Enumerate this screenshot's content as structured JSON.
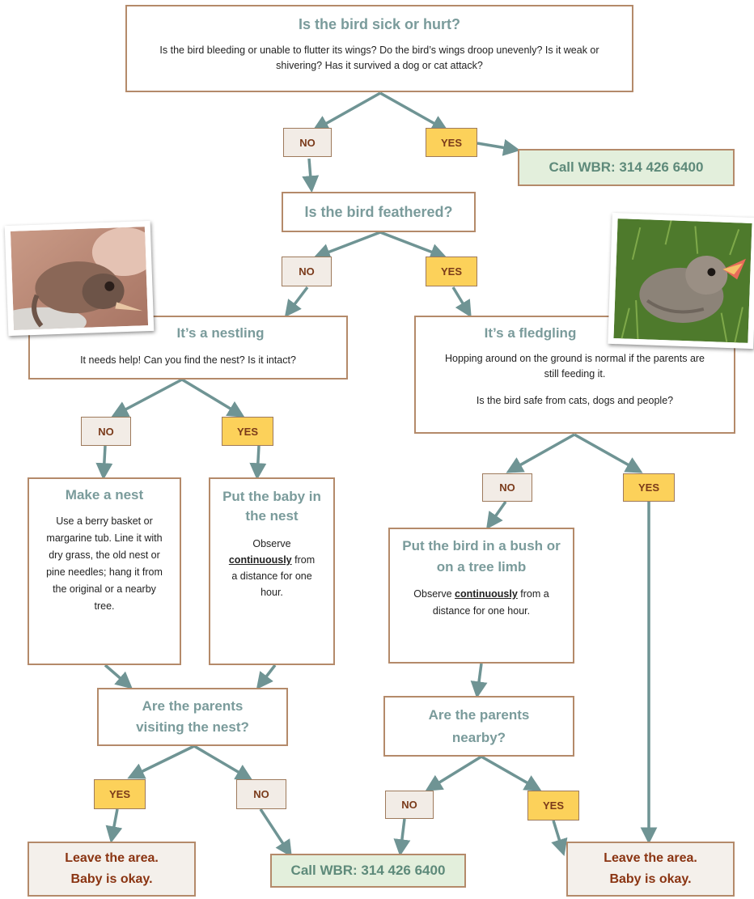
{
  "q1": {
    "title": "Is the bird sick or hurt?",
    "body": "Is the bird bleeding or unable to flutter its wings? Do the bird’s wings droop unevenly? Is it weak or shivering? Has it survived a dog or cat attack?"
  },
  "labels": {
    "no": "NO",
    "yes": "YES"
  },
  "call_wbr": "Call WBR: 314 426 6400",
  "q2": {
    "title": "Is the bird feathered?"
  },
  "nestling": {
    "title": "It’s a nestling",
    "body": "It needs help! Can you find the nest? Is it intact?"
  },
  "fledgling": {
    "title": "It’s a fledgling",
    "body1": "Hopping around on the ground is normal if the parents are still feeding it.",
    "body2": "Is the bird safe from cats, dogs and people?"
  },
  "make_nest": {
    "title": "Make a nest",
    "body": "Use a berry basket or margarine tub. Line it with dry grass, the old nest or pine needles; hang it from the original or a nearby tree."
  },
  "put_baby": {
    "title": "Put the baby in the nest",
    "obs": "Observe",
    "emph": "continuously",
    "rest": "from a distance for one hour."
  },
  "put_bush": {
    "title": "Put the bird in a bush or on a tree limb",
    "obs": "Observe",
    "emph": "continuously",
    "rest": "from a distance for one hour."
  },
  "parents_nest": {
    "title": "Are the parents visiting the nest?"
  },
  "parents_near": {
    "title": "Are the parents nearby?"
  },
  "leave": {
    "line1": "Leave the area.",
    "line2": "Baby is okay."
  }
}
